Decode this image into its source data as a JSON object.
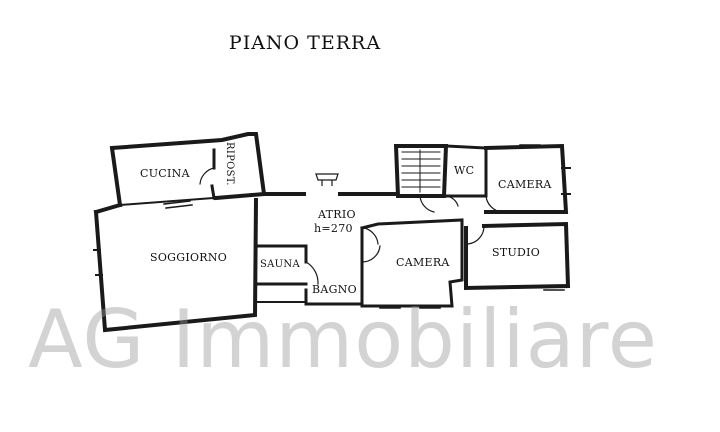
{
  "plan": {
    "title": "PIANO TERRA",
    "rooms": {
      "cucina": "CUCINA",
      "riposti": "RIPOST.",
      "soggiorno": "SOGGIORNO",
      "atrio": "ATRIO",
      "atrio_height": "h=270",
      "sauna": "SAUNA",
      "bagno": "BAGNO",
      "camera_center": "CAMERA",
      "wc": "WC",
      "camera_right": "CAMERA",
      "studio": "STUDIO"
    }
  },
  "watermark": {
    "text": "AG Immobiliare"
  }
}
